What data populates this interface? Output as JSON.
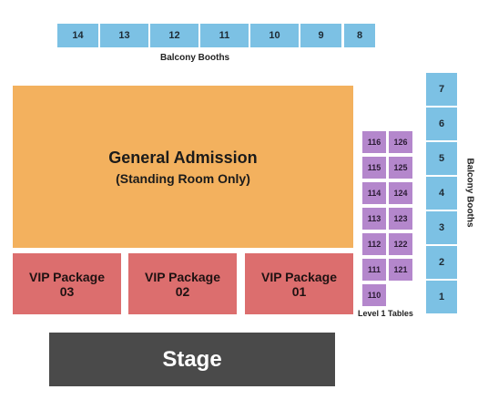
{
  "top_booths": [
    "14",
    "13",
    "12",
    "11",
    "10",
    "9",
    "8"
  ],
  "top_booths_label": "Balcony Booths",
  "general_admission": {
    "title": "General Admission",
    "subtitle": "(Standing Room Only)"
  },
  "vip": [
    {
      "line1": "VIP Package",
      "line2": "03"
    },
    {
      "line1": "VIP Package",
      "line2": "02"
    },
    {
      "line1": "VIP Package",
      "line2": "01"
    }
  ],
  "tables_left": [
    "116",
    "115",
    "114",
    "113",
    "112",
    "111",
    "110"
  ],
  "tables_right": [
    "126",
    "125",
    "124",
    "123",
    "122",
    "121"
  ],
  "tables_label": "Level 1 Tables",
  "side_booths": [
    "7",
    "6",
    "5",
    "4",
    "3",
    "2",
    "1"
  ],
  "side_booths_label": "Balcony Booths",
  "stage": "Stage",
  "colors": {
    "booth": "#7cc1e4",
    "table": "#b487cc",
    "vip": "#dc6e6e",
    "general_admission": "#f3b15e",
    "stage": "#4a4a4a"
  }
}
